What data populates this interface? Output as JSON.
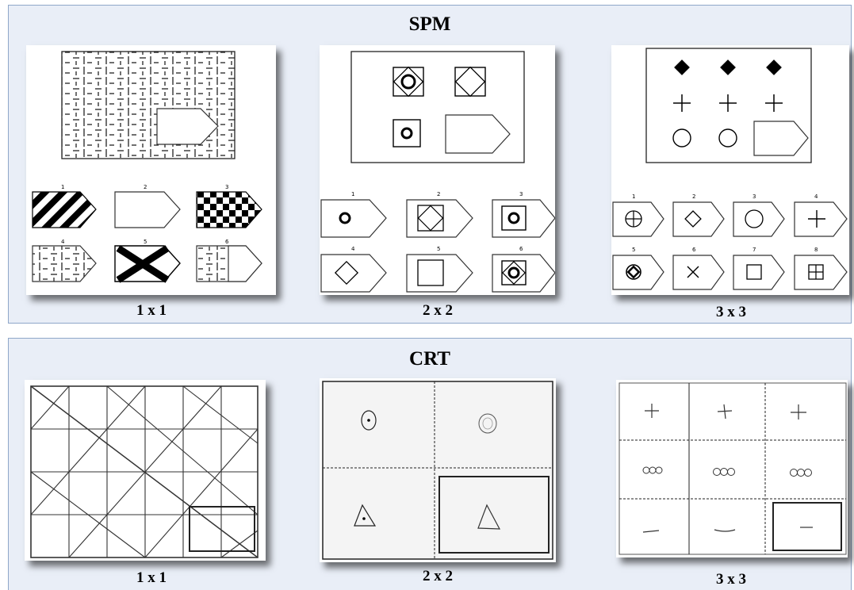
{
  "sections": [
    {
      "title": "SPM",
      "labels": [
        "1 x 1",
        "2 x 2",
        "3 x 3"
      ]
    },
    {
      "title": "CRT",
      "labels": [
        "1 x 1",
        "2 x 2",
        "3 x 3"
      ]
    }
  ],
  "spm_option_numbers": {
    "grid_1x1": [
      "1",
      "2",
      "3",
      "4",
      "5",
      "6"
    ],
    "grid_2x2": [
      "1",
      "2",
      "3",
      "4",
      "5",
      "6"
    ],
    "grid_3x3": [
      "1",
      "2",
      "3",
      "4",
      "5",
      "6",
      "7",
      "8"
    ]
  }
}
